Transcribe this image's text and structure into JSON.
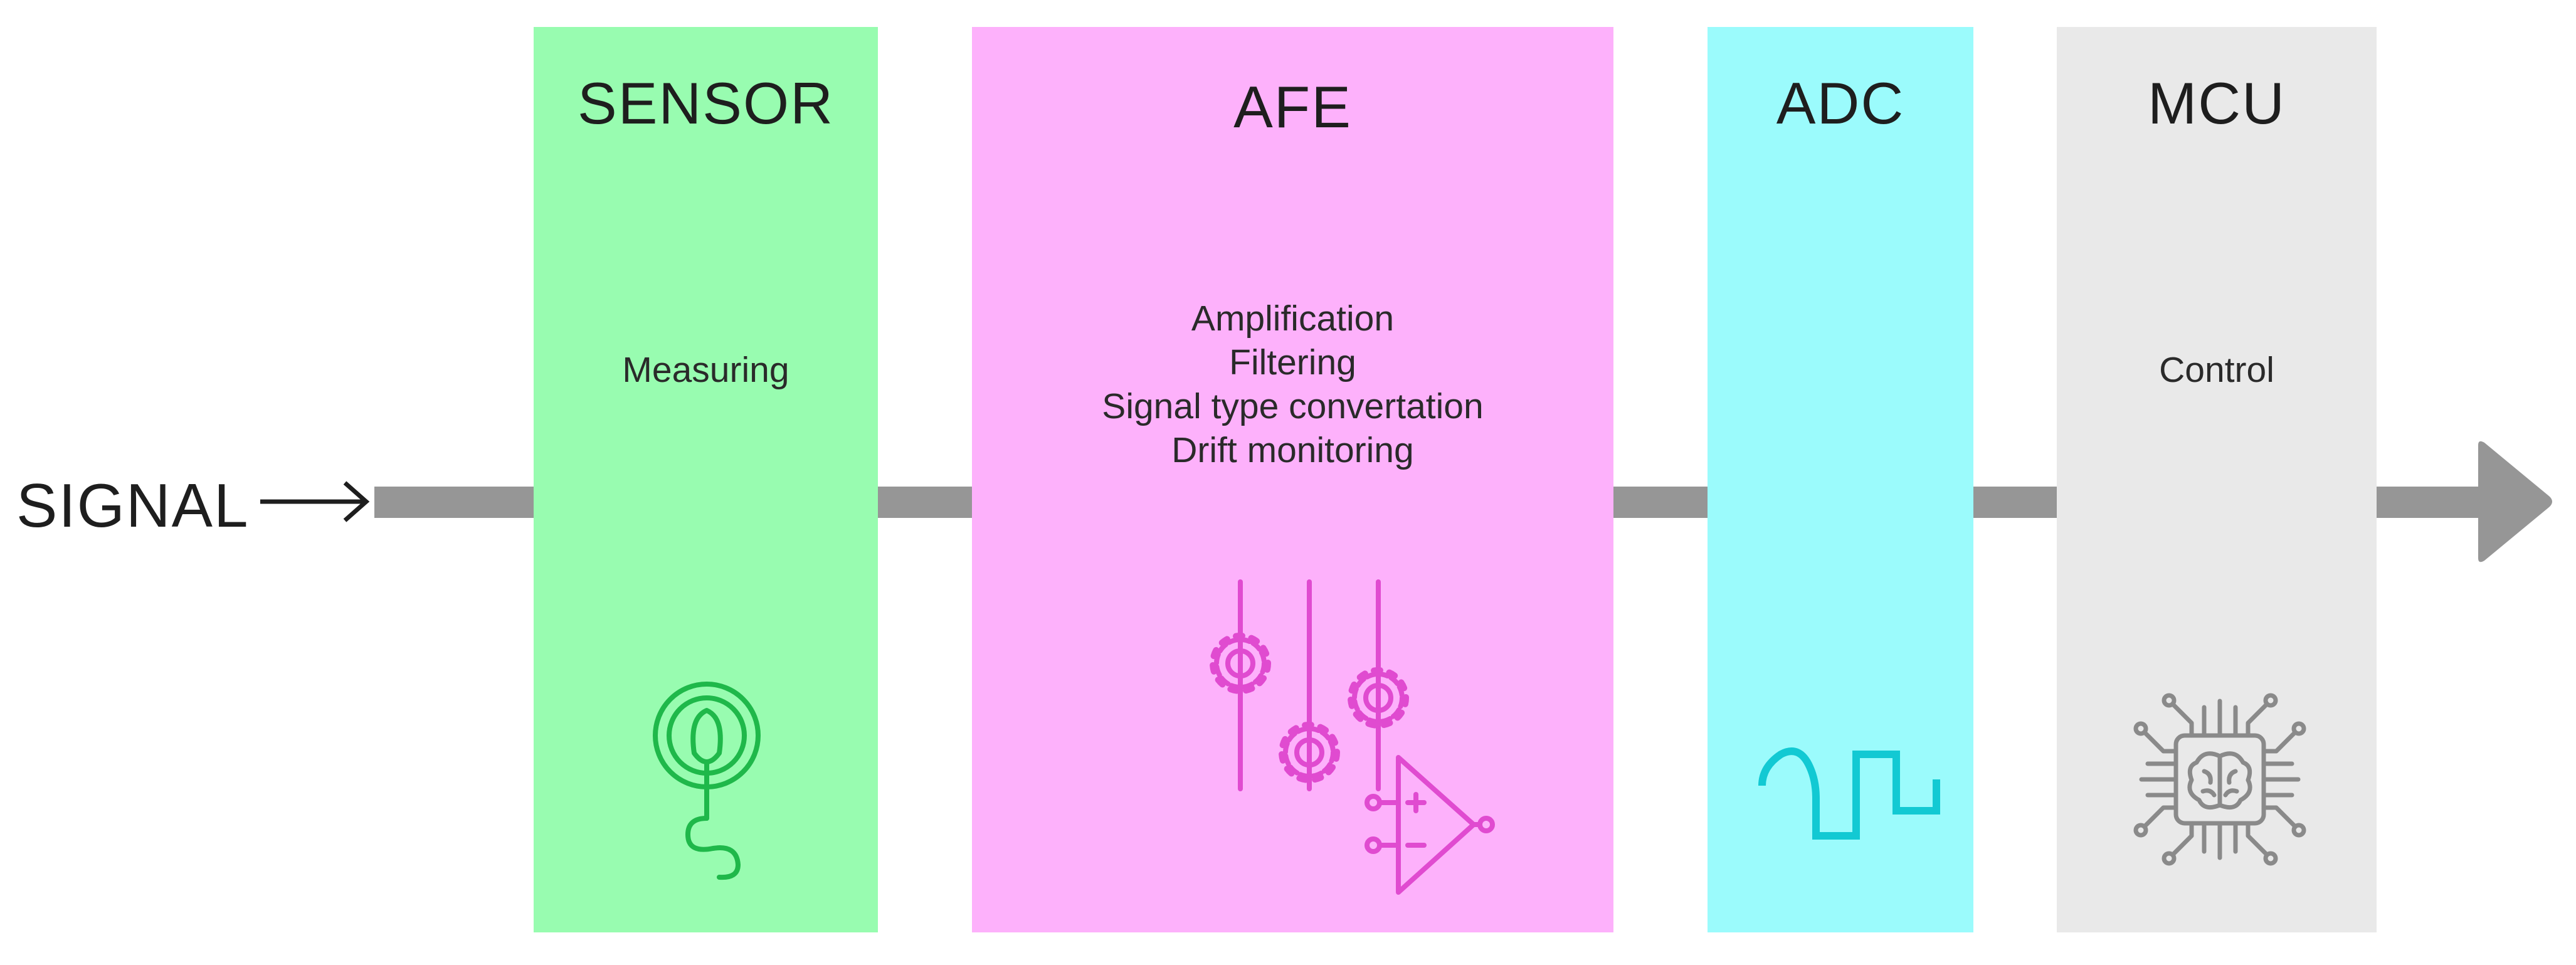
{
  "input_label": "SIGNAL",
  "blocks": [
    {
      "id": "sensor",
      "title": "SENSOR",
      "description": [
        "Measuring"
      ],
      "color": "#98fcb0",
      "icon": "touch-probe-icon",
      "icon_color": "#1fb84a"
    },
    {
      "id": "afe",
      "title": "AFE",
      "description": [
        "Amplification",
        "Filtering",
        "Signal type convertation",
        "Drift monitoring"
      ],
      "color": "#fdb1fb",
      "icon": "sliders-opamp-icon",
      "icon_color": "#e04bd0"
    },
    {
      "id": "adc",
      "title": "ADC",
      "description": [],
      "color": "#9bfbfc",
      "icon": "square-wave-icon",
      "icon_color": "#12c9d3"
    },
    {
      "id": "mcu",
      "title": "MCU",
      "description": [
        "Control"
      ],
      "color": "#e9e9e9",
      "icon": "brain-chip-icon",
      "icon_color": "#8a8a8a"
    }
  ],
  "bus_color": "#969696"
}
